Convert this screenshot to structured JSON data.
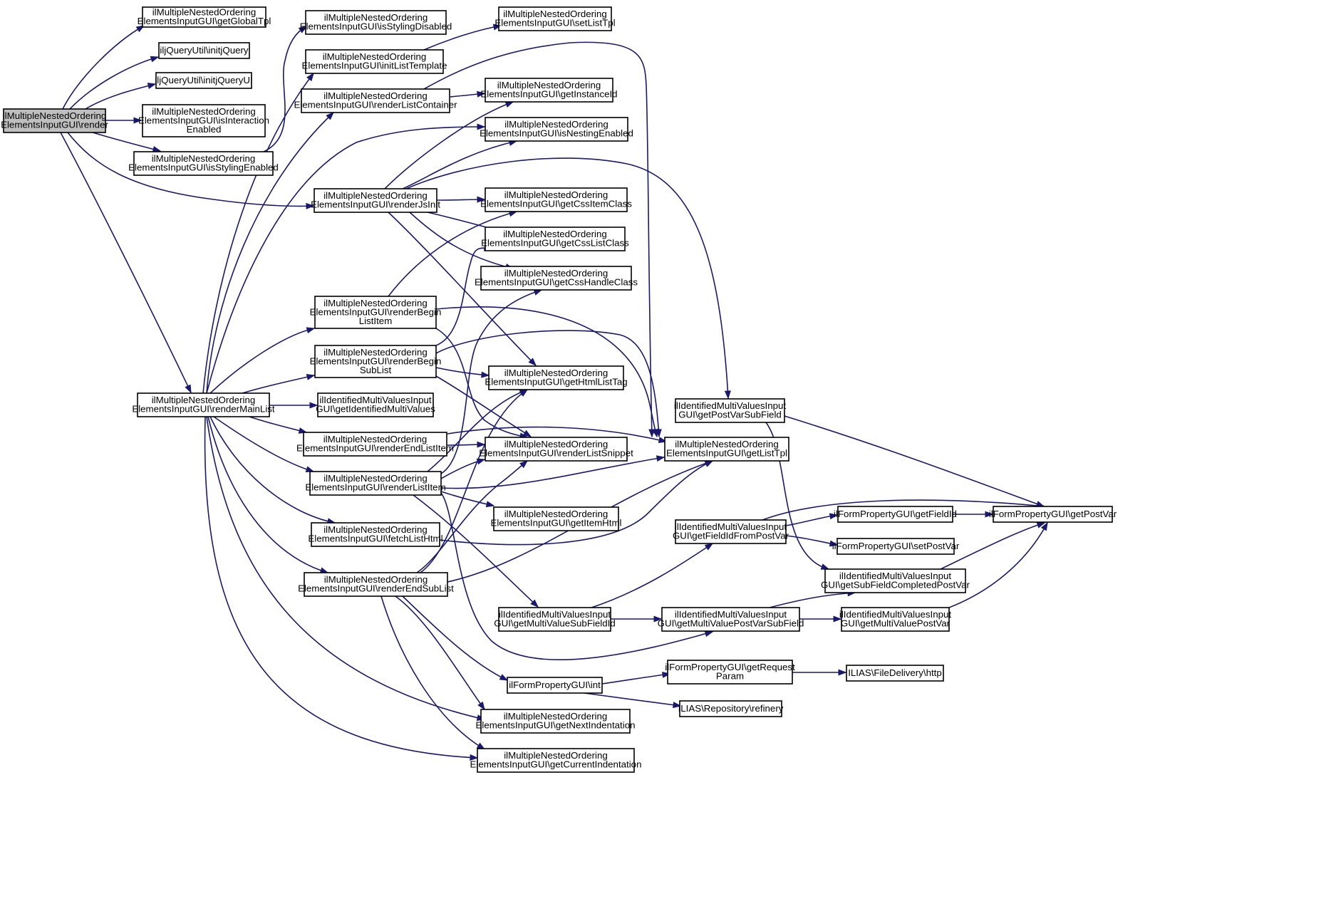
{
  "nodes": [
    {
      "id": "render",
      "lines": [
        "ilMultipleNestedOrdering",
        "ElementsInputGUI\\render"
      ],
      "root": true
    },
    {
      "id": "getGlobalTpl",
      "lines": [
        "ilMultipleNestedOrdering",
        "ElementsInputGUI\\getGlobalTpl"
      ]
    },
    {
      "id": "initjQuery",
      "lines": [
        "iljQueryUtil\\initjQuery"
      ]
    },
    {
      "id": "initjQueryUI",
      "lines": [
        "iljQueryUtil\\initjQueryUI"
      ]
    },
    {
      "id": "isInteractionEnabled",
      "lines": [
        "ilMultipleNestedOrdering",
        "ElementsInputGUI\\isInteraction",
        "Enabled"
      ]
    },
    {
      "id": "isStylingEnabled",
      "lines": [
        "ilMultipleNestedOrdering",
        "ElementsInputGUI\\isStylingEnabled"
      ]
    },
    {
      "id": "isStylingDisabled",
      "lines": [
        "ilMultipleNestedOrdering",
        "ElementsInputGUI\\isStylingDisabled"
      ]
    },
    {
      "id": "initListTemplate",
      "lines": [
        "ilMultipleNestedOrdering",
        "ElementsInputGUI\\initListTemplate"
      ]
    },
    {
      "id": "renderListContainer",
      "lines": [
        "ilMultipleNestedOrdering",
        "ElementsInputGUI\\renderListContainer"
      ]
    },
    {
      "id": "renderJsInit",
      "lines": [
        "ilMultipleNestedOrdering",
        "ElementsInputGUI\\renderJsInit"
      ]
    },
    {
      "id": "renderBeginListItem",
      "lines": [
        "ilMultipleNestedOrdering",
        "ElementsInputGUI\\renderBegin",
        "ListItem"
      ]
    },
    {
      "id": "renderBeginSubList",
      "lines": [
        "ilMultipleNestedOrdering",
        "ElementsInputGUI\\renderBegin",
        "SubList"
      ]
    },
    {
      "id": "renderMainList",
      "lines": [
        "ilMultipleNestedOrdering",
        "ElementsInputGUI\\renderMainList"
      ]
    },
    {
      "id": "getIdentifiedMultiValues",
      "lines": [
        "ilIdentifiedMultiValuesInput",
        "GUI\\getIdentifiedMultiValues"
      ]
    },
    {
      "id": "renderEndListItem",
      "lines": [
        "ilMultipleNestedOrdering",
        "ElementsInputGUI\\renderEndListItem"
      ]
    },
    {
      "id": "renderListItem",
      "lines": [
        "ilMultipleNestedOrdering",
        "ElementsInputGUI\\renderListItem"
      ]
    },
    {
      "id": "fetchListHtml",
      "lines": [
        "ilMultipleNestedOrdering",
        "ElementsInputGUI\\fetchListHtml"
      ]
    },
    {
      "id": "renderEndSubList",
      "lines": [
        "ilMultipleNestedOrdering",
        "ElementsInputGUI\\renderEndSubList"
      ]
    },
    {
      "id": "setListTpl",
      "lines": [
        "ilMultipleNestedOrdering",
        "ElementsInputGUI\\setListTpl"
      ]
    },
    {
      "id": "getInstanceId",
      "lines": [
        "ilMultipleNestedOrdering",
        "ElementsInputGUI\\getInstanceId"
      ]
    },
    {
      "id": "isNestingEnabled",
      "lines": [
        "ilMultipleNestedOrdering",
        "ElementsInputGUI\\isNestingEnabled"
      ]
    },
    {
      "id": "getCssItemClass",
      "lines": [
        "ilMultipleNestedOrdering",
        "ElementsInputGUI\\getCssItemClass"
      ]
    },
    {
      "id": "getCssListClass",
      "lines": [
        "ilMultipleNestedOrdering",
        "ElementsInputGUI\\getCssListClass"
      ]
    },
    {
      "id": "getCssHandleClass",
      "lines": [
        "ilMultipleNestedOrdering",
        "ElementsInputGUI\\getCssHandleClass"
      ]
    },
    {
      "id": "getHtmlListTag",
      "lines": [
        "ilMultipleNestedOrdering",
        "ElementsInputGUI\\getHtmlListTag"
      ]
    },
    {
      "id": "renderListSnippet",
      "lines": [
        "ilMultipleNestedOrdering",
        "ElementsInputGUI\\renderListSnippet"
      ]
    },
    {
      "id": "getItemHtml",
      "lines": [
        "ilMultipleNestedOrdering",
        "ElementsInputGUI\\getItemHtml"
      ]
    },
    {
      "id": "getMultiValueSubFieldId",
      "lines": [
        "ilIdentifiedMultiValuesInput",
        "GUI\\getMultiValueSubFieldId"
      ]
    },
    {
      "id": "int",
      "lines": [
        "ilFormPropertyGUI\\int"
      ]
    },
    {
      "id": "getNextIndentation",
      "lines": [
        "ilMultipleNestedOrdering",
        "ElementsInputGUI\\getNextIndentation"
      ]
    },
    {
      "id": "getCurrentIndentation",
      "lines": [
        "ilMultipleNestedOrdering",
        "ElementsInputGUI\\getCurrentIndentation"
      ]
    },
    {
      "id": "getListTpl",
      "lines": [
        "ilMultipleNestedOrdering",
        "ElementsInputGUI\\getListTpl"
      ]
    },
    {
      "id": "getPostVarSubField",
      "lines": [
        "ilIdentifiedMultiValuesInput",
        "GUI\\getPostVarSubField"
      ]
    },
    {
      "id": "getFieldIdFromPostVar",
      "lines": [
        "ilIdentifiedMultiValuesInput",
        "GUI\\getFieldIdFromPostVar"
      ]
    },
    {
      "id": "getMultiValuePostVarSubField",
      "lines": [
        "ilIdentifiedMultiValuesInput",
        "GUI\\getMultiValuePostVarSubField"
      ]
    },
    {
      "id": "getRequestParam",
      "lines": [
        "ilFormPropertyGUI\\getRequest",
        "Param"
      ]
    },
    {
      "id": "refinery",
      "lines": [
        "ILIAS\\Repository\\refinery"
      ]
    },
    {
      "id": "getFieldId",
      "lines": [
        "ilFormPropertyGUI\\getFieldId"
      ]
    },
    {
      "id": "setPostVar",
      "lines": [
        "ilFormPropertyGUI\\setPostVar"
      ]
    },
    {
      "id": "getSubFieldCompletedPostVar",
      "lines": [
        "ilIdentifiedMultiValuesInput",
        "GUI\\getSubFieldCompletedPostVar"
      ]
    },
    {
      "id": "getMultiValuePostVar",
      "lines": [
        "ilIdentifiedMultiValuesInput",
        "GUI\\getMultiValuePostVar"
      ]
    },
    {
      "id": "http",
      "lines": [
        "ILIAS\\FileDelivery\\http"
      ]
    },
    {
      "id": "getPostVar",
      "lines": [
        "ilFormPropertyGUI\\getPostVar"
      ]
    }
  ]
}
